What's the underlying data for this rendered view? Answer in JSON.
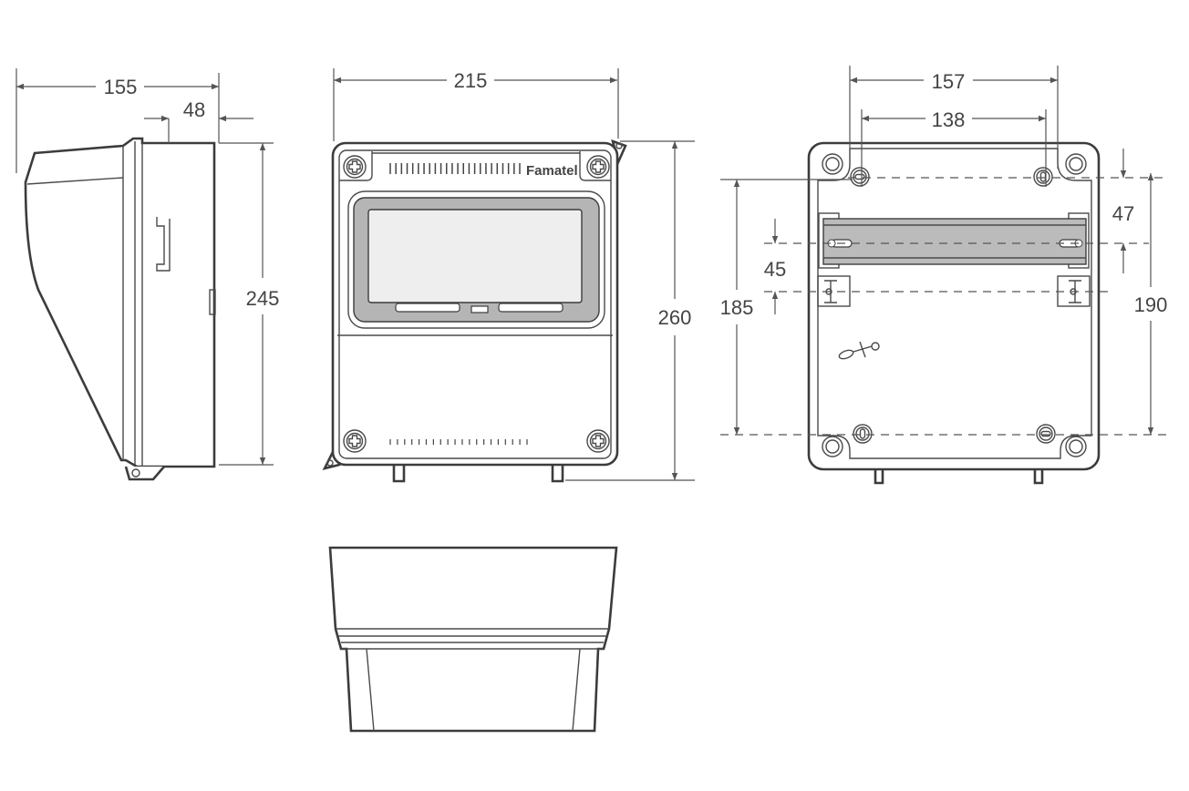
{
  "brand": "Famatel",
  "colors": {
    "line": "#3c3c3c",
    "rail": "#bbbbbb",
    "window_frame": "#b5b5b5",
    "window_glass": "#eeeeee"
  },
  "dimensions": {
    "side_depth": "155",
    "side_lid": "48",
    "side_height": "245",
    "front_width": "215",
    "front_height": "260",
    "back_width_outer": "157",
    "back_width_inner": "138",
    "back_offset_top": "47",
    "back_rail_spacing": "45",
    "back_height_left": "185",
    "back_height_right": "190"
  }
}
